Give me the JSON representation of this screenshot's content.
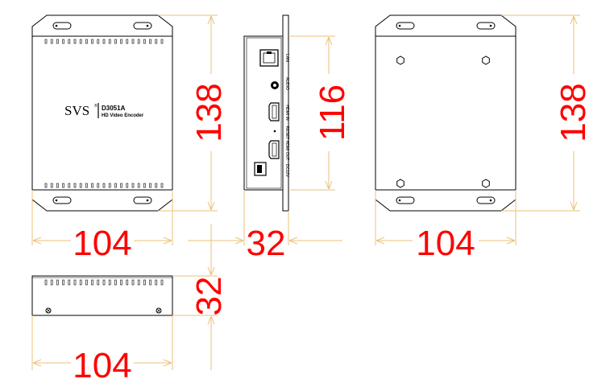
{
  "drawing": {
    "front": {
      "brand": "SVS",
      "model": "D3051A",
      "subtitle": "HD Video Encoder"
    },
    "side_ports": {
      "lan": "LAN",
      "audio": "AUDIO",
      "hdmi_in": "HDMI IN",
      "reset": "RESET",
      "hdmi_out": "HDMI OUT",
      "power": "DC12V"
    },
    "dimensions": {
      "front_height": "138",
      "front_width": "104",
      "side_height": "116",
      "side_depth": "32",
      "back_height": "138",
      "back_width": "104",
      "bottom_height": "32",
      "bottom_width": "104"
    },
    "colors": {
      "dimension_text": "#ff0000",
      "dimension_line": "#e8c07a",
      "outline": "#000000"
    }
  }
}
